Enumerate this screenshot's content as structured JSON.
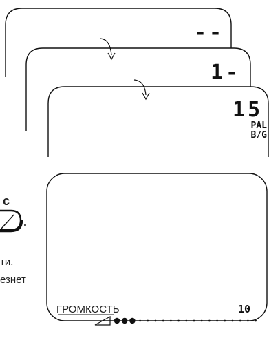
{
  "screens": {
    "screen1": {
      "channel": "--"
    },
    "screen2": {
      "channel": "1-"
    },
    "screen3": {
      "channel": "15",
      "color_system": "PAL",
      "sound_system": "B/G"
    },
    "volume_screen": {
      "label": "ГРОМКОСТЬ",
      "value": "10",
      "filled_dots": 3,
      "total_dots": 19
    }
  },
  "left_text": {
    "key_letter": "c",
    "period": ".",
    "line1": "ти.",
    "line2": "езнет"
  },
  "icons": [
    "arrow-curved-down-icon",
    "arrow-curved-down-icon",
    "volume-ramp-icon",
    "key-button-icon"
  ]
}
